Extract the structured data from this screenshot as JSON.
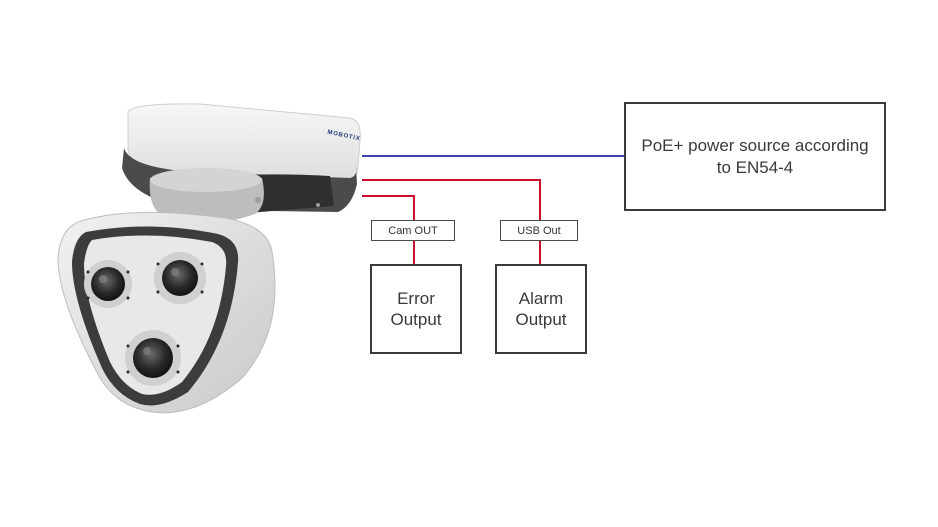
{
  "camera": {
    "brand": "MOBOTIX",
    "icon": "dome-camera-icon"
  },
  "power_source": {
    "text": "PoE+ power source according\nto EN54-4"
  },
  "connectors": {
    "cam_out": "Cam OUT",
    "usb_out": "USB Out"
  },
  "outputs": {
    "error_output": "Error\nOutput",
    "alarm_output": "Alarm\nOutput"
  },
  "colors": {
    "poe_wire": "#3d47a8",
    "signal_wire": "#c8102e",
    "box_border": "#3a3a3a"
  }
}
